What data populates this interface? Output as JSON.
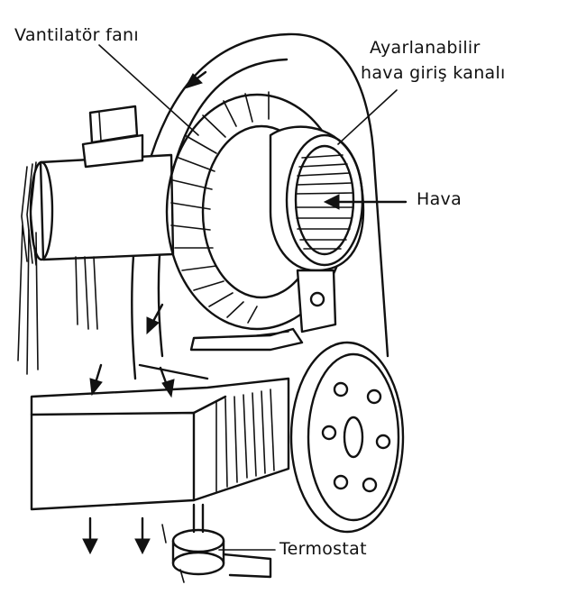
{
  "labels": {
    "fan": "Vantilatör fanı",
    "inlet_line1": "Ayarlanabilir",
    "inlet_line2": "hava giriş kanalı",
    "air": "Hava",
    "thermostat": "Termostat"
  },
  "colors": {
    "ink": "#111111",
    "paper": "#ffffff"
  }
}
